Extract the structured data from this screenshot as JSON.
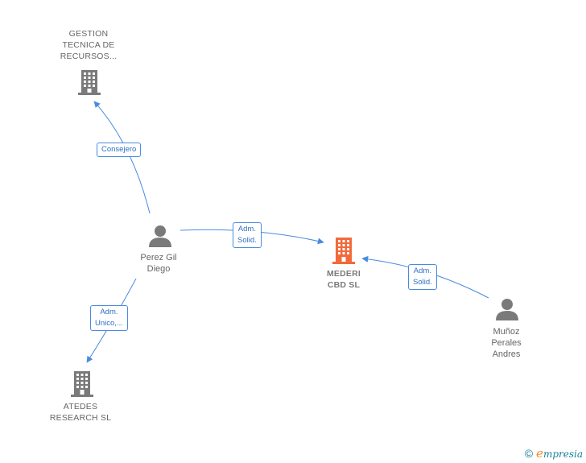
{
  "nodes": {
    "gestion": {
      "label": "GESTION\nTECNICA DE\nRECURSOS..."
    },
    "mederi": {
      "label": "MEDERI\nCBD  SL"
    },
    "atedes": {
      "label": "ATEDES\nRESEARCH  SL"
    },
    "perez": {
      "label": "Perez Gil\nDiego"
    },
    "munoz": {
      "label": "Muñoz\nPerales\nAndres"
    }
  },
  "edges": {
    "consejero": {
      "label": "Consejero"
    },
    "adm_solid_1": {
      "label": "Adm.\nSolid."
    },
    "adm_solid_2": {
      "label": "Adm.\nSolid."
    },
    "adm_unico": {
      "label": "Adm.\nUnico,..."
    }
  },
  "colors": {
    "edge": "#4a8be0",
    "company": "#7a7a7a",
    "main_company": "#f26a3a",
    "person": "#7a7a7a"
  },
  "footer": {
    "copyright": "©",
    "brand_initial": "e",
    "brand_rest": "mpresia"
  }
}
